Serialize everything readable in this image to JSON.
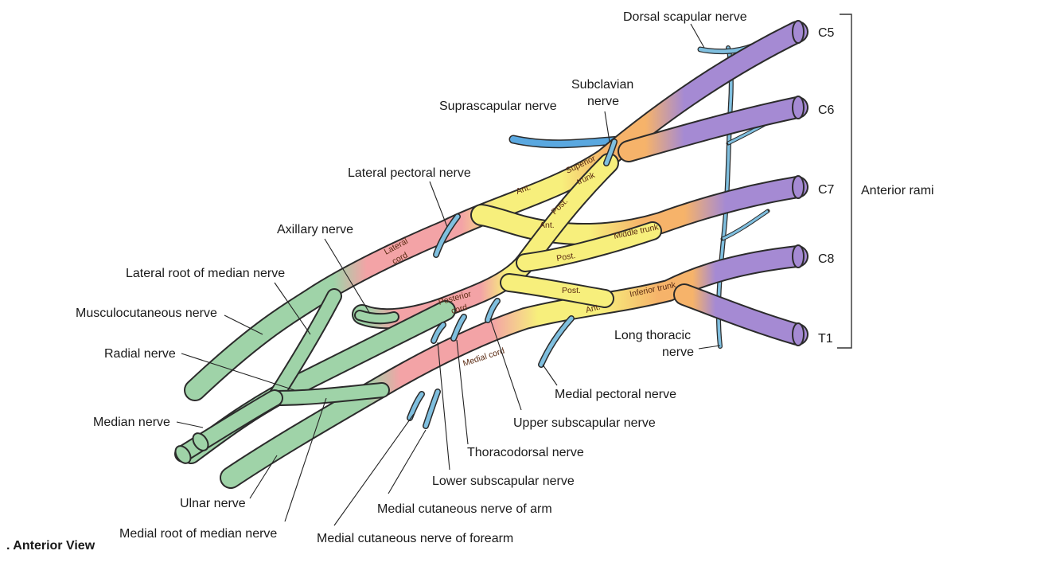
{
  "roots": {
    "c5": "C5",
    "c6": "C6",
    "c7": "C7",
    "c8": "C8",
    "t1": "T1",
    "bracket_label": "Anterior rami"
  },
  "labels": {
    "dorsal_scapular": "Dorsal scapular nerve",
    "subclavian_1": "Subclavian",
    "subclavian_2": "nerve",
    "suprascapular": "Suprascapular nerve",
    "lateral_pectoral": "Lateral pectoral nerve",
    "axillary": "Axillary nerve",
    "lateral_root_median": "Lateral root of median nerve",
    "musculocutaneous": "Musculocutaneous nerve",
    "radial": "Radial nerve",
    "median": "Median nerve",
    "ulnar": "Ulnar nerve",
    "medial_root_median": "Medial root of median nerve",
    "medial_cutaneous_forearm": "Medial cutaneous nerve of forearm",
    "medial_cutaneous_arm": "Medial cutaneous nerve of arm",
    "lower_subscapular": "Lower subscapular nerve",
    "thoracodorsal": "Thoracodorsal nerve",
    "upper_subscapular": "Upper subscapular nerve",
    "medial_pectoral": "Medial pectoral nerve",
    "long_thoracic_1": "Long thoracic",
    "long_thoracic_2": "nerve"
  },
  "inner_labels": {
    "superior_trunk_1": "Superior",
    "superior_trunk_2": "trunk",
    "middle_trunk": "Middle trunk",
    "inferior_trunk": "Inferior trunk",
    "ant_superior": "Ant.",
    "post_superior": "Post.",
    "ant_middle": "Ant.",
    "post_middle": "Post.",
    "post_inferior": "Post.",
    "ant_inferior": "Ant.",
    "lateral_cord_1": "Lateral",
    "lateral_cord_2": "cord",
    "posterior_cord_1": "Posterior",
    "posterior_cord_2": "cord",
    "medial_cord": "Medial cord"
  },
  "caption": ". Anterior View",
  "colors": {
    "roots": "#a58ad3",
    "trunks": "#f6b36a",
    "divisions": "#f7ef7c",
    "cords": "#f3a3a6",
    "branches": "#9fd3a8",
    "small_nerves": "#7fbfdf",
    "small_nerves_blue": "#5aa8e0",
    "outline": "#2b2b2b"
  }
}
